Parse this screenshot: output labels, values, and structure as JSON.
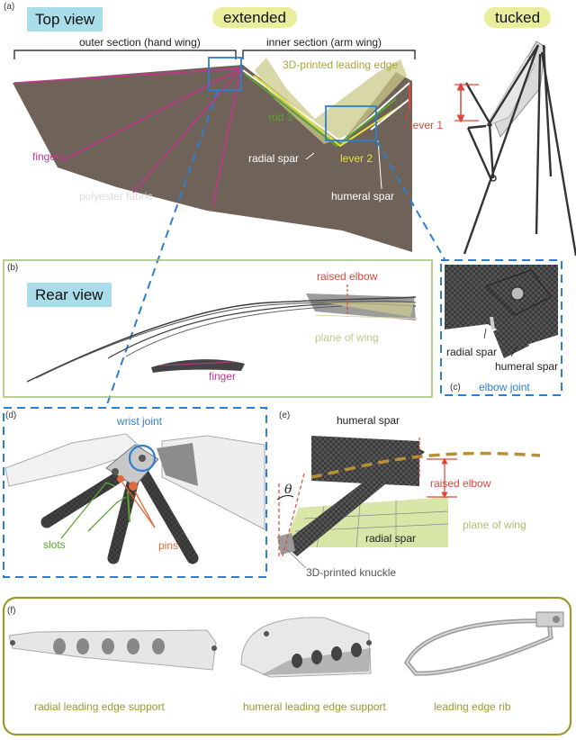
{
  "panels": {
    "a": "(a)",
    "b": "(b)",
    "c": "(c)",
    "d": "(d)",
    "e": "(e)",
    "f": "(f)"
  },
  "a": {
    "top_view": "Top view",
    "extended": "extended",
    "tucked": "tucked",
    "outer_section": "outer section (hand wing)",
    "inner_section": "inner section (arm wing)",
    "leading_edge": "3D-printed leading edge",
    "rod3": "rod 3",
    "lever1": "lever 1",
    "fingers": "fingers",
    "radial_spar": "radial spar",
    "lever2": "lever 2",
    "polyester": "polyester fabric",
    "humeral_spar": "humeral spar"
  },
  "b": {
    "rear_view": "Rear view",
    "raised_elbow": "raised elbow",
    "plane_of_wing": "plane of wing",
    "finger": "finger"
  },
  "c": {
    "radial_spar": "radial spar",
    "humeral_spar": "humeral spar",
    "elbow_joint": "elbow joint"
  },
  "d": {
    "wrist_joint": "wrist joint",
    "slots": "slots",
    "pins": "pins"
  },
  "e": {
    "humeral_spar": "humeral spar",
    "theta": "θ",
    "raised_elbow": "raised elbow",
    "plane_of_wing": "plane of wing",
    "radial_spar": "radial spar",
    "knuckle": "3D-printed knuckle"
  },
  "f": {
    "radial_support": "radial leading edge support",
    "humeral_support": "humeral leading edge support",
    "rib": "leading edge rib"
  },
  "colors": {
    "fabric": "#6f6258",
    "pink": "#c2368e",
    "green": "#5aa52e",
    "yellow": "#e3e340",
    "blue": "#2c7fd0",
    "red": "#e0443a",
    "olive": "#9a9a2a"
  }
}
